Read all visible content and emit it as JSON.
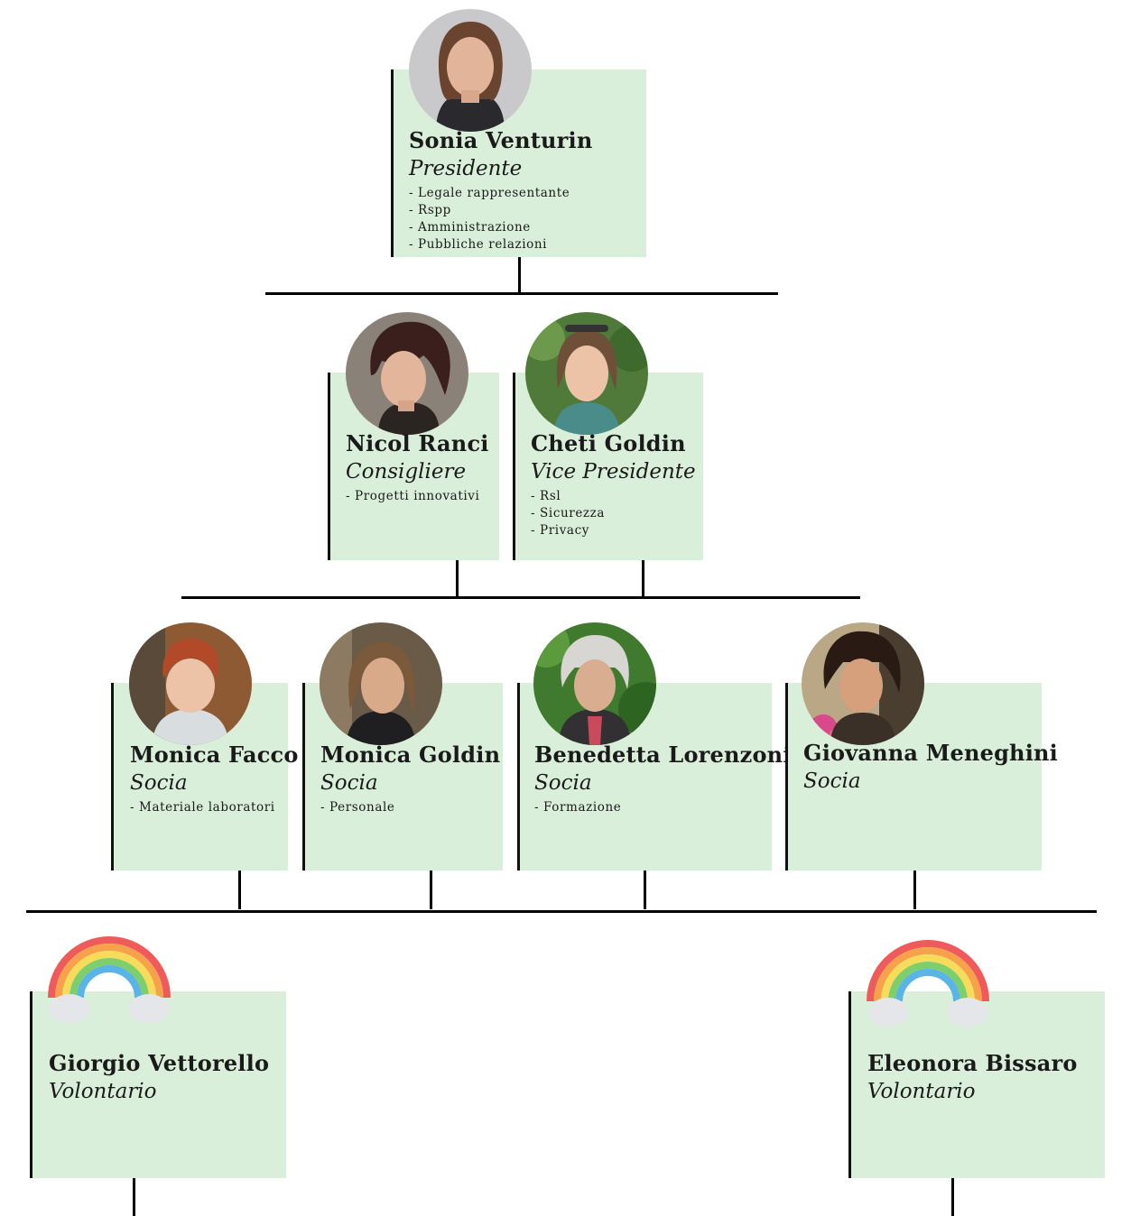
{
  "level0": [
    {
      "name": "Sonia Venturin",
      "role": "Presidente",
      "duties": [
        "- Legale rappresentante",
        "- Rspp",
        "- Amministrazione",
        "- Pubbliche relazioni"
      ]
    }
  ],
  "level1": [
    {
      "name": "Nicol Ranci",
      "role": "Consigliere",
      "duties": [
        "- Progetti innovativi"
      ]
    },
    {
      "name": "Cheti Goldin",
      "role": "Vice Presidente",
      "duties": [
        "- Rsl",
        "- Sicurezza",
        "- Privacy"
      ]
    }
  ],
  "level2": [
    {
      "name": "Monica Facco",
      "role": "Socia",
      "duties": [
        "- Materiale laboratori"
      ]
    },
    {
      "name": "Monica Goldin",
      "role": "Socia",
      "duties": [
        "- Personale"
      ]
    },
    {
      "name": "Benedetta Lorenzoni",
      "role": "Socia",
      "duties": [
        "- Formazione"
      ]
    },
    {
      "name": "Giovanna Meneghini",
      "role": "Socia",
      "duties": []
    }
  ],
  "level3": [
    {
      "name": "Giorgio Vettorello",
      "role": "Volontario"
    },
    {
      "name": "Eleonora Bissaro",
      "role": "Volontario"
    }
  ],
  "colors": {
    "card_fill": "#d9efda",
    "connector": "#000000"
  },
  "icons": {
    "photo": "avatar",
    "volunteer": "rainbow-icon"
  }
}
